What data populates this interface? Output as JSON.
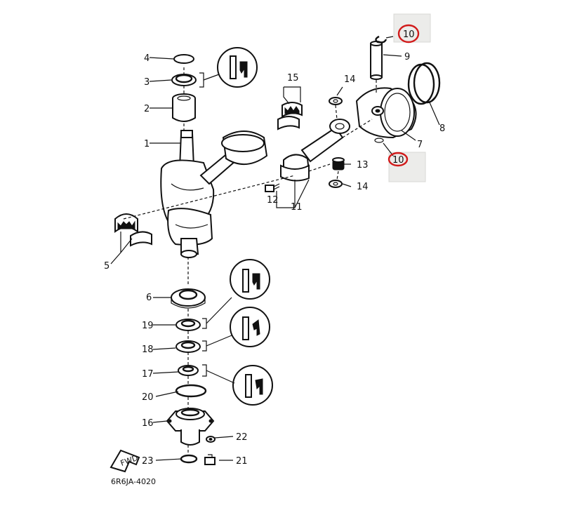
{
  "diagram_code": "6R6JA-4020",
  "fwd_mark": "FWD",
  "highlight_color": "#d11a1a",
  "callouts": {
    "c1": "1",
    "c2": "2",
    "c3": "3",
    "c4": "4",
    "c5": "5",
    "c6": "6",
    "c7": "7",
    "c8": "8",
    "c9": "9",
    "c10a": "10",
    "c10b": "10",
    "c11": "11",
    "c12": "12",
    "c13": "13",
    "c14a": "14",
    "c14b": "14",
    "c15": "15",
    "c16": "16",
    "c17": "17",
    "c18": "18",
    "c19": "19",
    "c20": "20",
    "c21": "21",
    "c22": "22",
    "c23": "23"
  }
}
